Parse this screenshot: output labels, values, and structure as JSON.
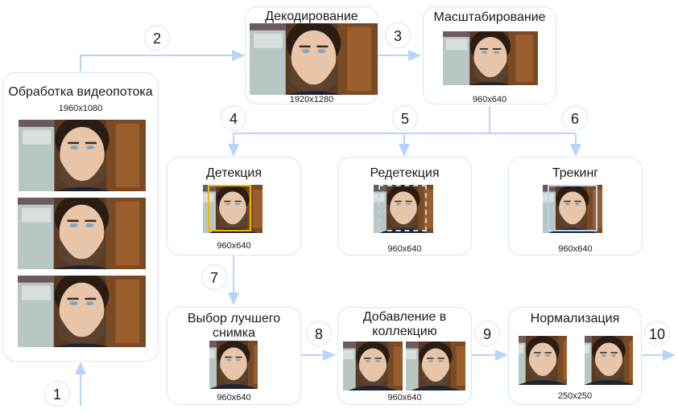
{
  "colors": {
    "arrow": "#b7d4fb",
    "box_border": "#d6e6fb",
    "detect_box": "#f2b705",
    "redetect_box": "#b7d4fb",
    "track_box": "#b7d4fb"
  },
  "steps": [
    {
      "n": "1"
    },
    {
      "n": "2"
    },
    {
      "n": "3"
    },
    {
      "n": "4"
    },
    {
      "n": "5"
    },
    {
      "n": "6"
    },
    {
      "n": "7"
    },
    {
      "n": "8"
    },
    {
      "n": "9"
    },
    {
      "n": "10"
    }
  ],
  "nodes": {
    "stream": {
      "title": "Обработка видеопотока",
      "resolution": "1960x1080",
      "frames": 3
    },
    "decode": {
      "title": "Декодирование",
      "resolution": "1920x1280"
    },
    "scale": {
      "title": "Масштабирование",
      "resolution": "960x640"
    },
    "detect": {
      "title": "Детекция",
      "resolution": "960x640"
    },
    "redetect": {
      "title": "Редетекция",
      "resolution": "960x640"
    },
    "tracking": {
      "title": "Трекинг",
      "resolution": "960x640"
    },
    "best": {
      "title_line1": "Выбор лучшего",
      "title_line2": "снимка",
      "resolution": "960x640"
    },
    "collection": {
      "title_line1": "Добавление в",
      "title_line2": "коллекцию",
      "resolution": "960x640"
    },
    "normalize": {
      "title": "Нормализация",
      "resolution": "250x250"
    }
  }
}
